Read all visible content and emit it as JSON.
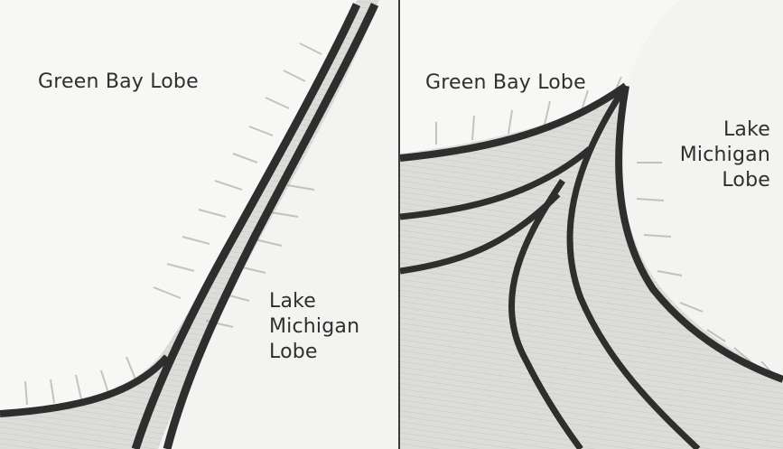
{
  "figure": {
    "left_panel": {
      "green_bay_label": "Green Bay Lobe",
      "lake_michigan_label": "Lake\nMichigan\nLobe"
    },
    "right_panel": {
      "green_bay_label": "Green Bay Lobe",
      "lake_michigan_label": "Lake\nMichigan\nLobe"
    }
  },
  "colors": {
    "ice": "#f7f7f5",
    "ground": "#dcdcd8",
    "moraine": "#3a3a3a",
    "divider": "#3a3a3a",
    "text": "#2f2f2f"
  }
}
